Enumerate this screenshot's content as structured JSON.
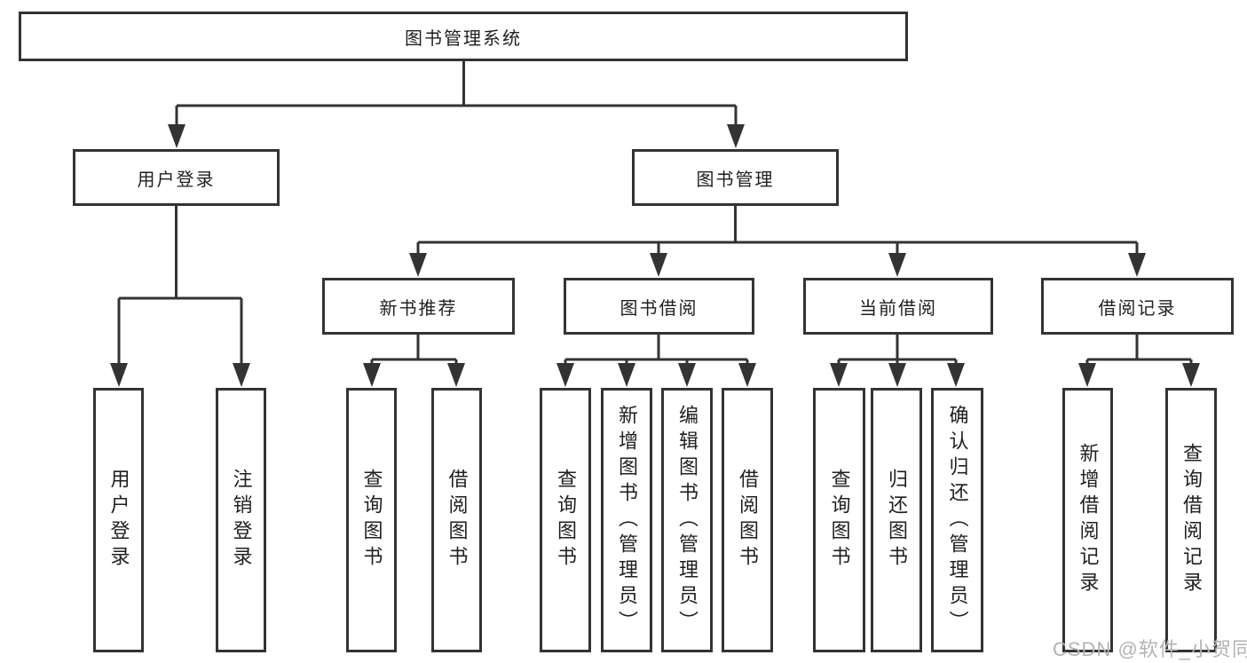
{
  "tree": {
    "label": "图书管理系统",
    "children": [
      {
        "label": "用户登录",
        "children": [
          {
            "label": "用户登录"
          },
          {
            "label": "注销登录"
          }
        ]
      },
      {
        "label": "图书管理",
        "children": [
          {
            "label": "新书推荐",
            "children": [
              {
                "label": "查询图书"
              },
              {
                "label": "借阅图书"
              }
            ]
          },
          {
            "label": "图书借阅",
            "children": [
              {
                "label": "查询图书"
              },
              {
                "label": "新增图书（管理员）"
              },
              {
                "label": "编辑图书（管理员）"
              },
              {
                "label": "借阅图书"
              }
            ]
          },
          {
            "label": "当前借阅",
            "children": [
              {
                "label": "查询图书"
              },
              {
                "label": "归还图书"
              },
              {
                "label": "确认归还（管理员）"
              }
            ]
          },
          {
            "label": "借阅记录",
            "children": [
              {
                "label": "新增借阅记录"
              },
              {
                "label": "查询借阅记录"
              }
            ]
          }
        ]
      }
    ]
  },
  "watermark": "CSDN @软件_小贺同学",
  "colors": {
    "line": "#333333",
    "box_border": "#333333",
    "background": "#ffffff",
    "text": "#1f1f1f",
    "watermark": "#b3b3b3"
  }
}
